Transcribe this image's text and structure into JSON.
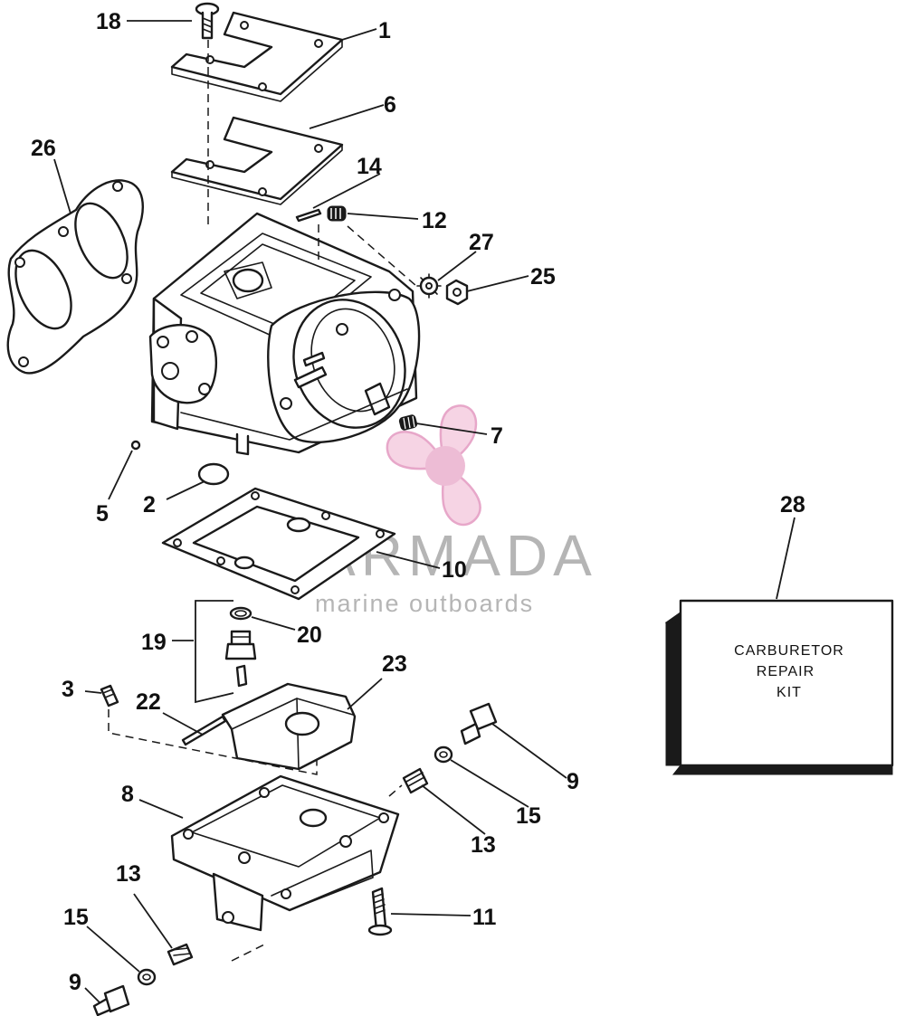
{
  "callouts": {
    "c1": "1",
    "c2": "2",
    "c3": "3",
    "c5": "5",
    "c6": "6",
    "c7": "7",
    "c8": "8",
    "c9a": "9",
    "c9b": "9",
    "c10": "10",
    "c11": "11",
    "c12": "12",
    "c13a": "13",
    "c13b": "13",
    "c14": "14",
    "c15a": "15",
    "c15b": "15",
    "c18": "18",
    "c19": "19",
    "c20": "20",
    "c22": "22",
    "c23": "23",
    "c25": "25",
    "c26": "26",
    "c27": "27",
    "c28": "28"
  },
  "kit": {
    "line1": "CARBURETOR",
    "line2": "REPAIR",
    "line3": "KIT"
  },
  "watermark": {
    "brand": "ARMADA",
    "tagline": "marine outboards",
    "primary_color": "#e8a6c8",
    "text_color": "#8c8c8c"
  }
}
